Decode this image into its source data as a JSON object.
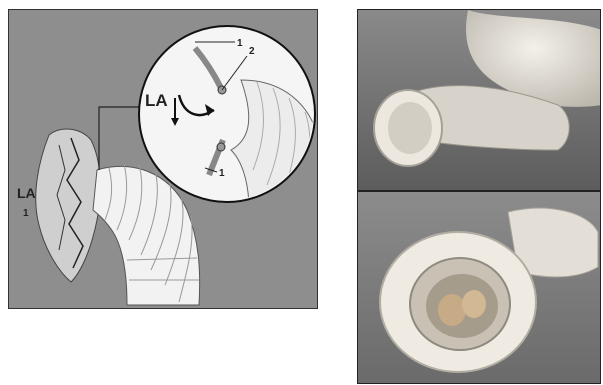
{
  "diagram": {
    "labels": {
      "la_main": "LA",
      "la_zoom": "LA",
      "num_1_left": "1",
      "num_1_top": "1",
      "num_2": "2",
      "num_1_bottom": "1"
    }
  },
  "colors": {
    "diagram_bg": "#8e8e8e",
    "graft": "#f2f2f2",
    "photo_bg": "#6e6e6e",
    "photo_flesh": "#e6e2da"
  }
}
